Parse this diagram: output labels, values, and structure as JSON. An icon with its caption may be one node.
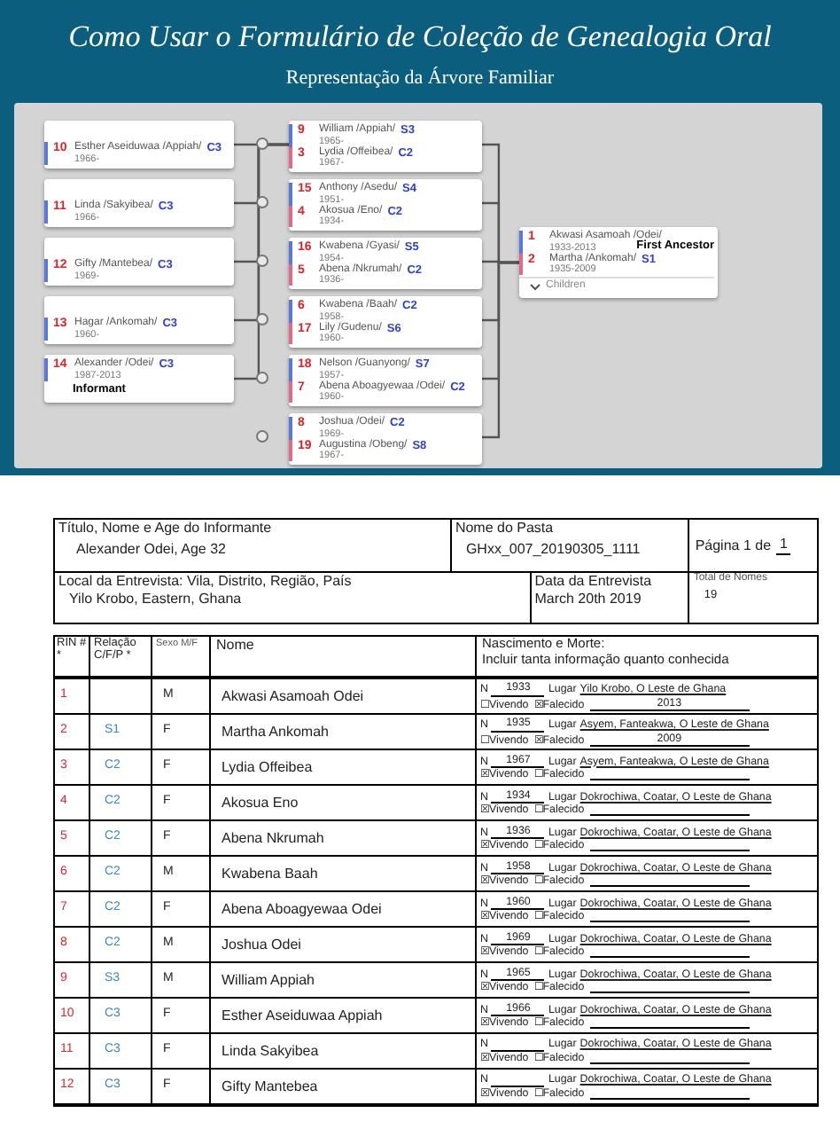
{
  "diagram": {
    "title": "Como Usar o Formulário de Coleção de Genealogia Oral",
    "nodes": [
      {
        "text": [
          "10",
          "Esther Aseiduwaa /Appiah/",
          "1966-",
          "C3"
        ]
      },
      {
        "text": [
          "11",
          "Linda /Sakyibea/",
          "1966-",
          "C3"
        ]
      },
      {
        "text": [
          "12",
          "Gifty /Mantebea/",
          "1969-",
          "C3"
        ]
      },
      {
        "text": [
          "13",
          "Hagar /Ankomah/",
          "1960-",
          "C3"
        ]
      },
      {
        "text": [
          "14",
          "Alexander /Odei/",
          "1987-2013",
          "C3",
          "Informant"
        ]
      },
      {
        "text": [
          "9",
          "William /Appiah/",
          "1965-",
          "S3",
          "3",
          "Lydia /Offeibea/",
          "1967-",
          "C2"
        ]
      },
      {
        "text": [
          "15",
          "Anthony /Asedu/",
          "1951-",
          "S4",
          "4",
          "Akosua /Eno/",
          "1934-",
          "C2"
        ]
      },
      {
        "text": [
          "16",
          "Kwabena /Gyasi/",
          "1954-",
          "S5",
          "5",
          "Abena /Nkrumah/",
          "1936-",
          "C2"
        ]
      },
      {
        "text": [
          "6",
          "Kwabena /Baah/",
          "1958-",
          "C2",
          "17",
          "Lily /Gudenu/",
          "1960-",
          "S6"
        ]
      },
      {
        "text": [
          "18",
          "Nelson /Guanyong/",
          "1957-",
          "S7",
          "7",
          "Abena Aboagyewaa /Odei/",
          "1960-",
          "C2"
        ]
      },
      {
        "text": [
          "8",
          "Joshua /Odei/",
          "1969-",
          "C2",
          "19",
          "Augustina /Obeng/",
          "1967-",
          "S8"
        ]
      },
      {
        "text": [
          "1",
          "Akwasi Asamoah /Odei/",
          "1933-2013",
          "First Ancestor",
          "2",
          "Martha /Ankomah/",
          "1935-2009",
          "S1",
          "Children"
        ]
      }
    ],
    "edges": [
      {
        "from": 0,
        "to": 5,
        "arrow": "none"
      },
      {
        "from": 1,
        "to": 5,
        "arrow": "none"
      },
      {
        "from": 2,
        "to": 5,
        "arrow": "none"
      },
      {
        "from": 3,
        "to": 5,
        "arrow": "none"
      },
      {
        "from": 4,
        "to": 5,
        "arrow": "none"
      },
      {
        "from": 5,
        "to": 11,
        "arrow": "none"
      },
      {
        "from": 6,
        "to": 11,
        "arrow": "none"
      },
      {
        "from": 7,
        "to": 11,
        "arrow": "none"
      },
      {
        "from": 8,
        "to": 11,
        "arrow": "none"
      },
      {
        "from": 9,
        "to": 11,
        "arrow": "none"
      },
      {
        "from": 10,
        "to": 11,
        "arrow": "none"
      }
    ],
    "labels": [
      "Representação da Árvore Familiar",
      "Título, Nome e Age do Informante",
      "Alexander Odei, Age 32",
      "Nome do Pasta",
      "GHxx_007_20190305_1111",
      "Página 1 de",
      "1",
      "Local da Entrevista: Vila, Distrito, Região, País",
      "Yilo Krobo, Eastern, Ghana",
      "Data da Entrevista",
      "March 20th 2019",
      "Total de Nomes",
      "19",
      "RIN # *",
      "Relação C/F/P *",
      "Sexo M/F",
      "Nome",
      "Nascimento e Morte:",
      "Incluir tanta informação quanto conhecida",
      "1",
      "M",
      "Akwasi Asamoah Odei",
      "N",
      "1933",
      "Lugar",
      "Yilo Krobo, O Leste de Ghana",
      "☐Vivendo",
      "☒Falecido",
      "2013",
      "2",
      "S1",
      "F",
      "Martha Ankomah",
      "N",
      "1935",
      "Lugar",
      "Asyem, Fanteakwa, O Leste de Ghana",
      "☐Vivendo",
      "☒Falecido",
      "2009",
      "3",
      "C2",
      "F",
      "Lydia Offeibea",
      "N",
      "1967",
      "Lugar",
      "Asyem, Fanteakwa, O Leste de Ghana",
      "☒Vivendo",
      "☐Falecido",
      "4",
      "C2",
      "F",
      "Akosua Eno",
      "N",
      "1934",
      "Lugar",
      "Dokrochiwa, Coatar, O Leste de Ghana",
      "☒Vivendo",
      "☐Falecido",
      "5",
      "C2",
      "F",
      "Abena Nkrumah",
      "N",
      "1936",
      "Lugar",
      "Dokrochiwa, Coatar, O Leste de Ghana",
      "☒Vivendo",
      "☐Falecido",
      "6",
      "C2",
      "M",
      "Kwabena Baah",
      "N",
      "1958",
      "Lugar",
      "Dokrochiwa, Coatar, O Leste de Ghana",
      "☒Vivendo",
      "☐Falecido",
      "7",
      "C2",
      "F",
      "Abena Aboagyewaa Odei",
      "N",
      "1960",
      "Lugar",
      "Dokrochiwa, Coatar, O Leste de Ghana",
      "☒Vivendo",
      "☐Falecido",
      "8",
      "C2",
      "M",
      "Joshua Odei",
      "N",
      "1969",
      "Lugar",
      "Dokrochiwa, Coatar, O Leste de Ghana",
      "☒Vivendo",
      "☐Falecido",
      "9",
      "S3",
      "M",
      "William Appiah",
      "N",
      "1965",
      "Lugar",
      "Dokrochiwa, Coatar, O Leste de Ghana",
      "☒Vivendo",
      "☐Falecido",
      "10",
      "C3",
      "F",
      "Esther Aseiduwaa Appiah",
      "N",
      "1966",
      "Lugar",
      "Dokrochiwa, Coatar, O Leste de Ghana",
      "☒Vivendo",
      "☐Falecido",
      "11",
      "C3",
      "F",
      "Linda Sakyibea",
      "N",
      "Lugar",
      "Dokrochiwa, Coatar, O Leste de Ghana",
      "☒Vivendo",
      "☐Falecido",
      "12",
      "C3",
      "F",
      "Gifty Mantebea",
      "N",
      "Lugar",
      "Dokrochiwa, Coatar, O Leste de Ghana",
      "☒Vivendo",
      "☐Falecido"
    ]
  }
}
